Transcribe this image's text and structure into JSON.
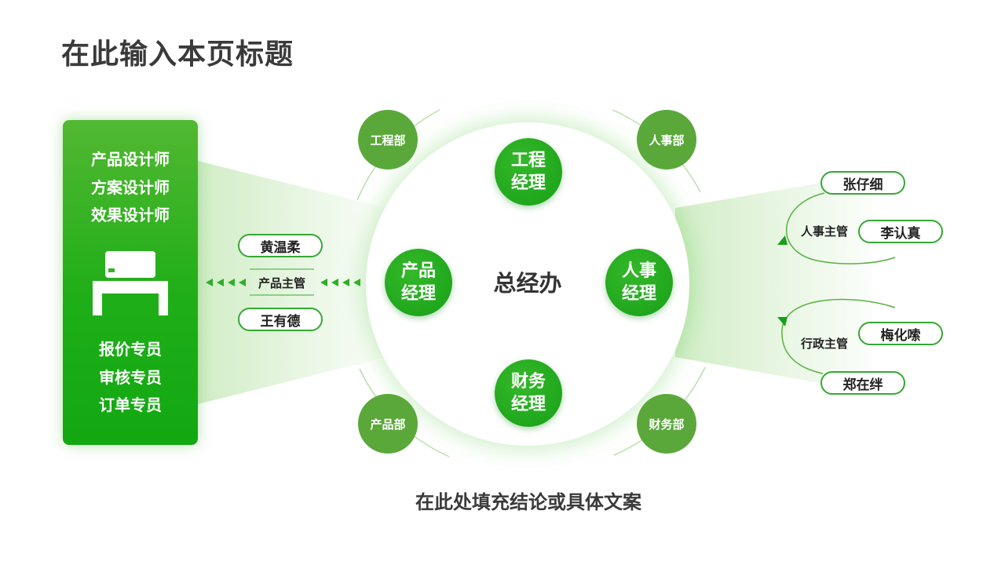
{
  "title": "在此输入本页标题",
  "left_panel": {
    "top_roles": [
      "产品设计师",
      "方案设计师",
      "效果设计师"
    ],
    "bottom_roles": [
      "报价专员",
      "审核专员",
      "订单专员"
    ],
    "icon": "printer-icon"
  },
  "center": {
    "label": "总经办",
    "managers": {
      "engineering": [
        "工程",
        "经理"
      ],
      "hr": [
        "人事",
        "经理"
      ],
      "finance": [
        "财务",
        "经理"
      ],
      "product": [
        "产品",
        "经理"
      ]
    },
    "departments": {
      "engineering": "工程部",
      "hr": "人事部",
      "product": "产品部",
      "finance": "财务部"
    }
  },
  "left_people": {
    "top": "黄温柔",
    "supervisor": "产品主管",
    "bottom": "王有德"
  },
  "right_people": {
    "group1": {
      "top": "张仔细",
      "supervisor": "人事主管",
      "name": "李认真"
    },
    "group2": {
      "supervisor": "行政主管",
      "name": "梅化嗦",
      "bottom": "郑在绊"
    }
  },
  "conclusion": "在此处填充结论或具体文案",
  "colors": {
    "green": "#1fae18",
    "dept_green": "#5aa83a",
    "outline": "#35a833"
  }
}
